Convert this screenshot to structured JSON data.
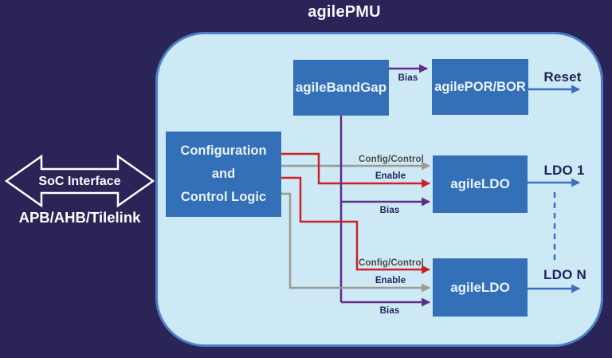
{
  "title": "agilePMU",
  "soc_interface": {
    "label": "SoC Interface",
    "bus_label": "APB/AHB/Tilelink"
  },
  "blocks": {
    "bandgap": {
      "label": "agileBandGap"
    },
    "por_bor": {
      "label": "agilePOR/BOR"
    },
    "config_logic": {
      "label": "Configuration and Control Logic",
      "line1": "Configuration",
      "line2": "and",
      "line3": "Control Logic"
    },
    "ldo1": {
      "label": "agileLDO"
    },
    "ldon": {
      "label": "agileLDO"
    }
  },
  "connections": {
    "bandgap_bias": {
      "from": "agileBandGap",
      "to": "agilePOR/BOR",
      "label": "Bias",
      "color": "#5e2c87"
    },
    "reset_out": {
      "from": "agilePOR/BOR",
      "label": "Reset",
      "color": "#3a70c2"
    },
    "ldo1_config": {
      "from": "Configuration and Control Logic",
      "to": "agileLDO 1",
      "label": "Config/Control",
      "color": "#9c9c94"
    },
    "ldo1_enable": {
      "from": "Configuration and Control Logic",
      "to": "agileLDO 1",
      "label": "Enable",
      "color": "#cc2127"
    },
    "ldo1_bias": {
      "from": "agileBandGap",
      "to": "agileLDO 1",
      "label": "Bias",
      "color": "#5e2c87"
    },
    "ldon_config": {
      "from": "Configuration and Control Logic",
      "to": "agileLDO N",
      "label": "Config/Control",
      "color": "#cc2127"
    },
    "ldon_enable": {
      "from": "Configuration and Control Logic",
      "to": "agileLDO N",
      "label": "Enable",
      "color": "#9c9c94"
    },
    "ldon_bias": {
      "from": "agileBandGap",
      "to": "agileLDO N",
      "label": "Bias",
      "color": "#5e2c87"
    },
    "ldo1_out": {
      "from": "agileLDO 1",
      "label": "LDO 1",
      "color": "#3a70c2"
    },
    "ldon_out": {
      "from": "agileLDO N",
      "label": "LDO N",
      "color": "#3a70c2"
    }
  },
  "colors": {
    "background": "#2a2457",
    "container_fill": "#cde9f5",
    "container_border": "#4c7fc4",
    "block_fill": "#3470b7",
    "block_text": "#e9f3fb",
    "wire_red": "#cc2127",
    "wire_gray": "#9c9c94",
    "wire_purple": "#5e2c87",
    "wire_blue": "#3a70c2",
    "label_navy": "#23255c",
    "label_gray": "#4d4d45"
  }
}
